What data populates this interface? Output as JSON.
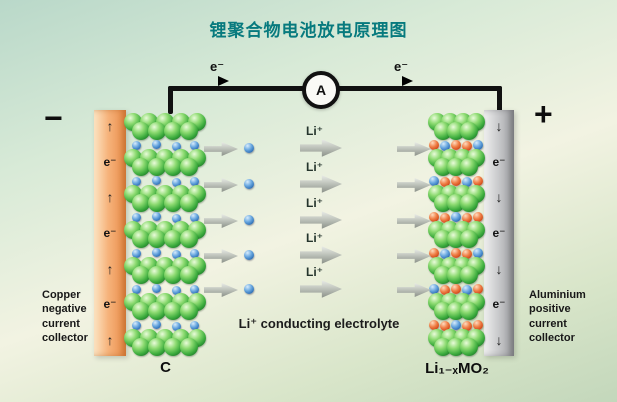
{
  "title": "锂聚合物电池放电原理图",
  "circuit": {
    "ammeter_label": "A",
    "electron_flow_left": "e⁻",
    "electron_flow_right": "e⁻"
  },
  "terminals": {
    "negative": "−",
    "positive": "+"
  },
  "collectors": {
    "left": {
      "caption": "Copper\nnegative\ncurrent\ncollector",
      "electron_labels": [
        "e⁻",
        "e⁻",
        "e⁻"
      ],
      "color": "#f0a868"
    },
    "right": {
      "caption": "Aluminium\npositive\ncurrent\ncollector",
      "electron_labels": [
        "e⁻",
        "e⁻",
        "e⁻"
      ],
      "color": "#b8b9bc"
    }
  },
  "electrodes": {
    "left_label": "C",
    "right_label": "Li₁₋ₓMO₂",
    "graphite_color": "#3fae3f",
    "metal_oxide_color": "#cf4515",
    "lithium_ion_color": "#2a6cb3"
  },
  "electrolyte": {
    "ion_label": "Li⁺",
    "ion_rows": 5,
    "caption": "Li⁺ conducting electrolyte"
  },
  "theme": {
    "title_color": "#077a7e",
    "wire_color": "#111111"
  }
}
